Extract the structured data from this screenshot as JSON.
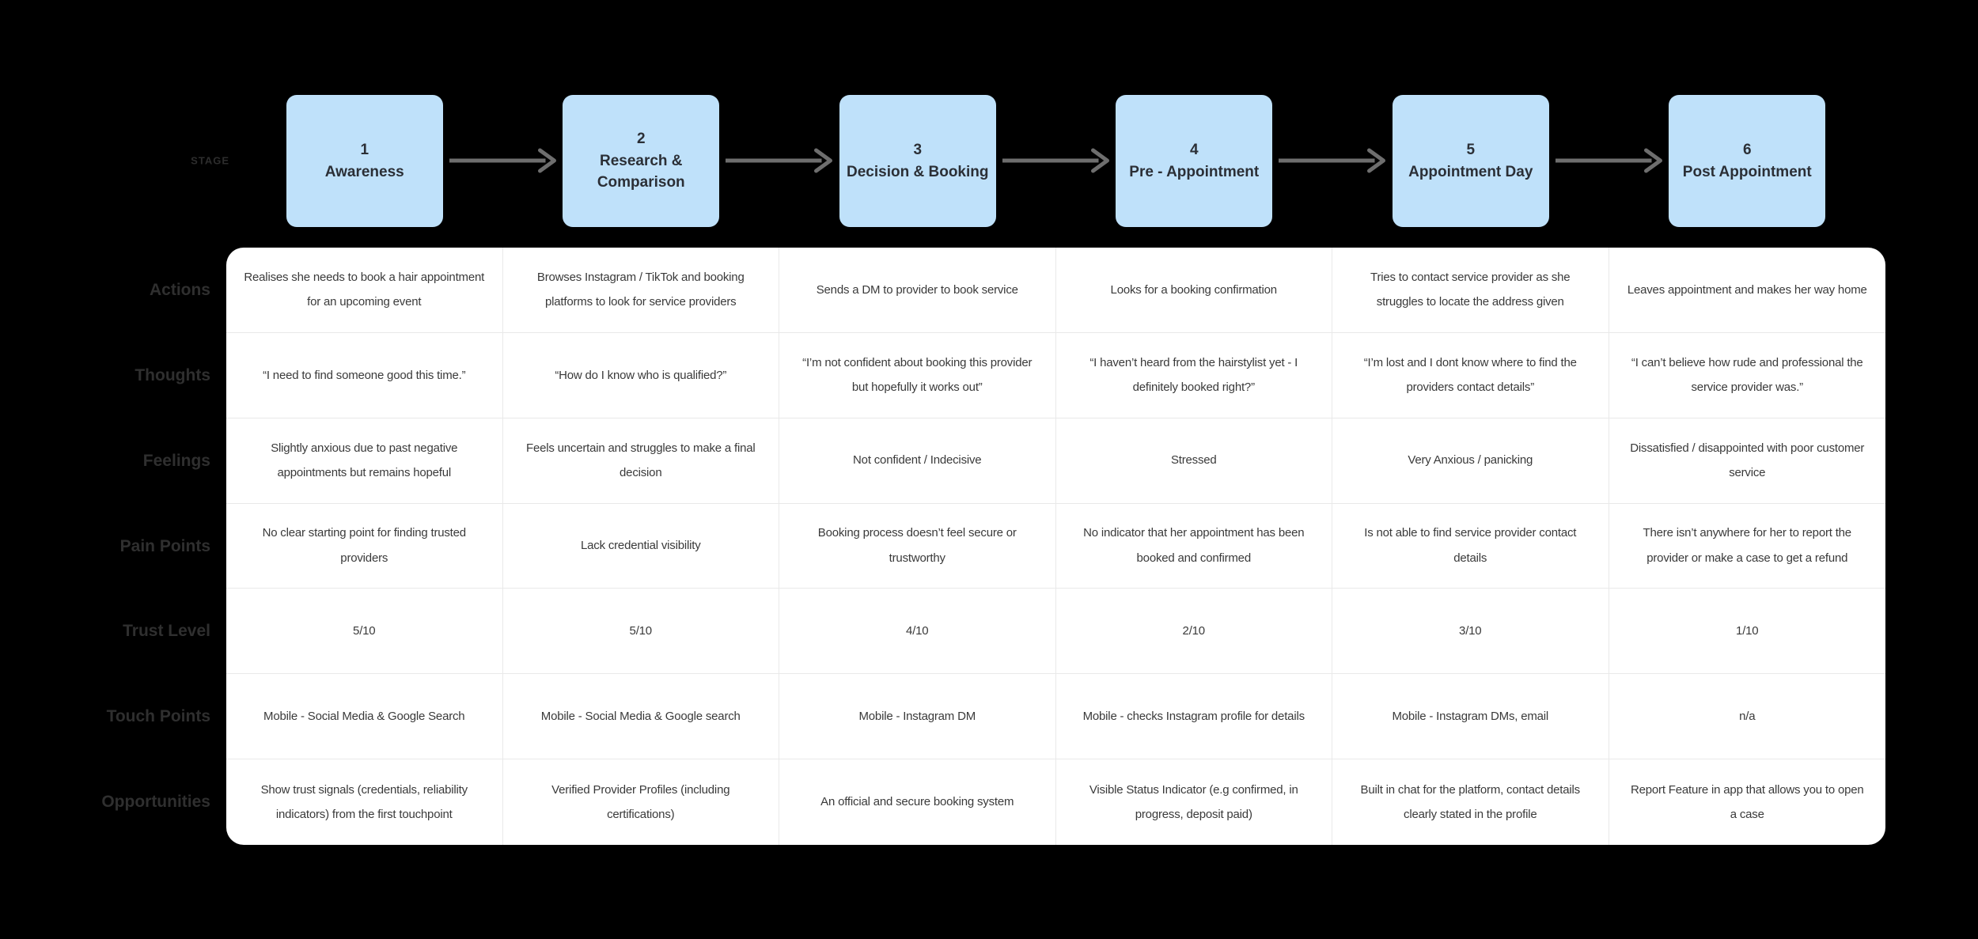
{
  "stage_header": {
    "label": "STAGE"
  },
  "stages": [
    {
      "number": "1",
      "name": "Awareness"
    },
    {
      "number": "2",
      "name": "Research & Comparison"
    },
    {
      "number": "3",
      "name": "Decision & Booking"
    },
    {
      "number": "4",
      "name": "Pre - Appointment"
    },
    {
      "number": "5",
      "name": "Appointment Day"
    },
    {
      "number": "6",
      "name": "Post Appointment"
    }
  ],
  "rows": [
    {
      "label": "Actions",
      "cells": [
        "Realises she needs to book a hair appointment for an upcoming event",
        "Browses Instagram / TikTok and booking platforms to look for service providers",
        "Sends a DM to provider to book service",
        "Looks for a booking confirmation",
        "Tries to contact service provider as she struggles to locate the address given",
        "Leaves appointment and makes her way home"
      ]
    },
    {
      "label": "Thoughts",
      "cells": [
        "“I need to find someone good this time.”",
        "“How do I know who is qualified?”",
        "“I’m not confident about booking this provider but hopefully it works out”",
        "“I haven’t heard from the hairstylist yet - I definitely booked right?”",
        "“I’m lost and I dont know where to find the providers contact details”",
        "“I can’t believe how rude and professional the service provider was.”"
      ]
    },
    {
      "label": "Feelings",
      "cells": [
        "Slightly anxious due to past negative appointments but remains hopeful",
        "Feels uncertain and struggles to make a final decision",
        "Not confident / Indecisive",
        "Stressed",
        "Very Anxious / panicking",
        "Dissatisfied / disappointed with poor customer service"
      ]
    },
    {
      "label": "Pain Points",
      "cells": [
        "No clear starting point for finding trusted providers",
        "Lack credential visibility",
        "Booking process doesn’t feel secure or trustworthy",
        "No indicator that her appointment has been booked and confirmed",
        "Is not able to find service provider contact details",
        "There isn’t anywhere for her to report the provider or make a case to get a refund"
      ]
    },
    {
      "label": "Trust Level",
      "cells": [
        "5/10",
        "5/10",
        "4/10",
        "2/10",
        "3/10",
        "1/10"
      ]
    },
    {
      "label": "Touch Points",
      "cells": [
        "Mobile - Social Media & Google Search",
        "Mobile - Social Media & Google search",
        "Mobile - Instagram DM",
        "Mobile - checks Instagram profile for details",
        "Mobile - Instagram DMs, email",
        "n/a"
      ]
    },
    {
      "label": "Opportunities",
      "cells": [
        "Show trust signals (credentials, reliability indicators) from the first touchpoint",
        "Verified Provider Profiles (including certifications)",
        "An official and secure booking system",
        "Visible Status Indicator (e.g confirmed, in progress, deposit paid)",
        "Built in chat for the platform, contact details clearly stated in the profile",
        "Report Feature in app that allows you to open a case"
      ]
    }
  ],
  "colors": {
    "background": "#000000",
    "stage_box": "#BFE1FA",
    "stage_text": "#2B2F36",
    "arrow": "#6E6E6E",
    "table_bg": "#FFFFFF",
    "grid_line": "#E9E9E9",
    "cell_text": "#3A3A3A",
    "row_label": "#2F2F2F",
    "stage_axis_label": "#2D2D2D"
  }
}
